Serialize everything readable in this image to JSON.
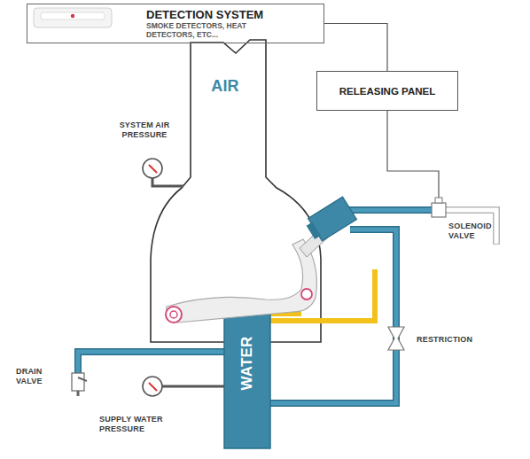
{
  "diagram": {
    "nodes": [
      {
        "text": [
          "DETECTION SYSTEM",
          "SMOKE DETECTORS, HEAT DETECTORS, ETC..."
        ]
      },
      {
        "text": [
          "RELEASING PANEL"
        ]
      }
    ],
    "edges": [
      {
        "from": 0,
        "to": 1,
        "arrow": "none"
      }
    ],
    "labels": [
      "AIR",
      "SYSTEM AIR PRESSURE",
      "SOLENOID VALVE",
      "RESTRICTION",
      "WATER",
      "DRAIN VALVE",
      "SUPPLY WATER PRESSURE"
    ]
  }
}
